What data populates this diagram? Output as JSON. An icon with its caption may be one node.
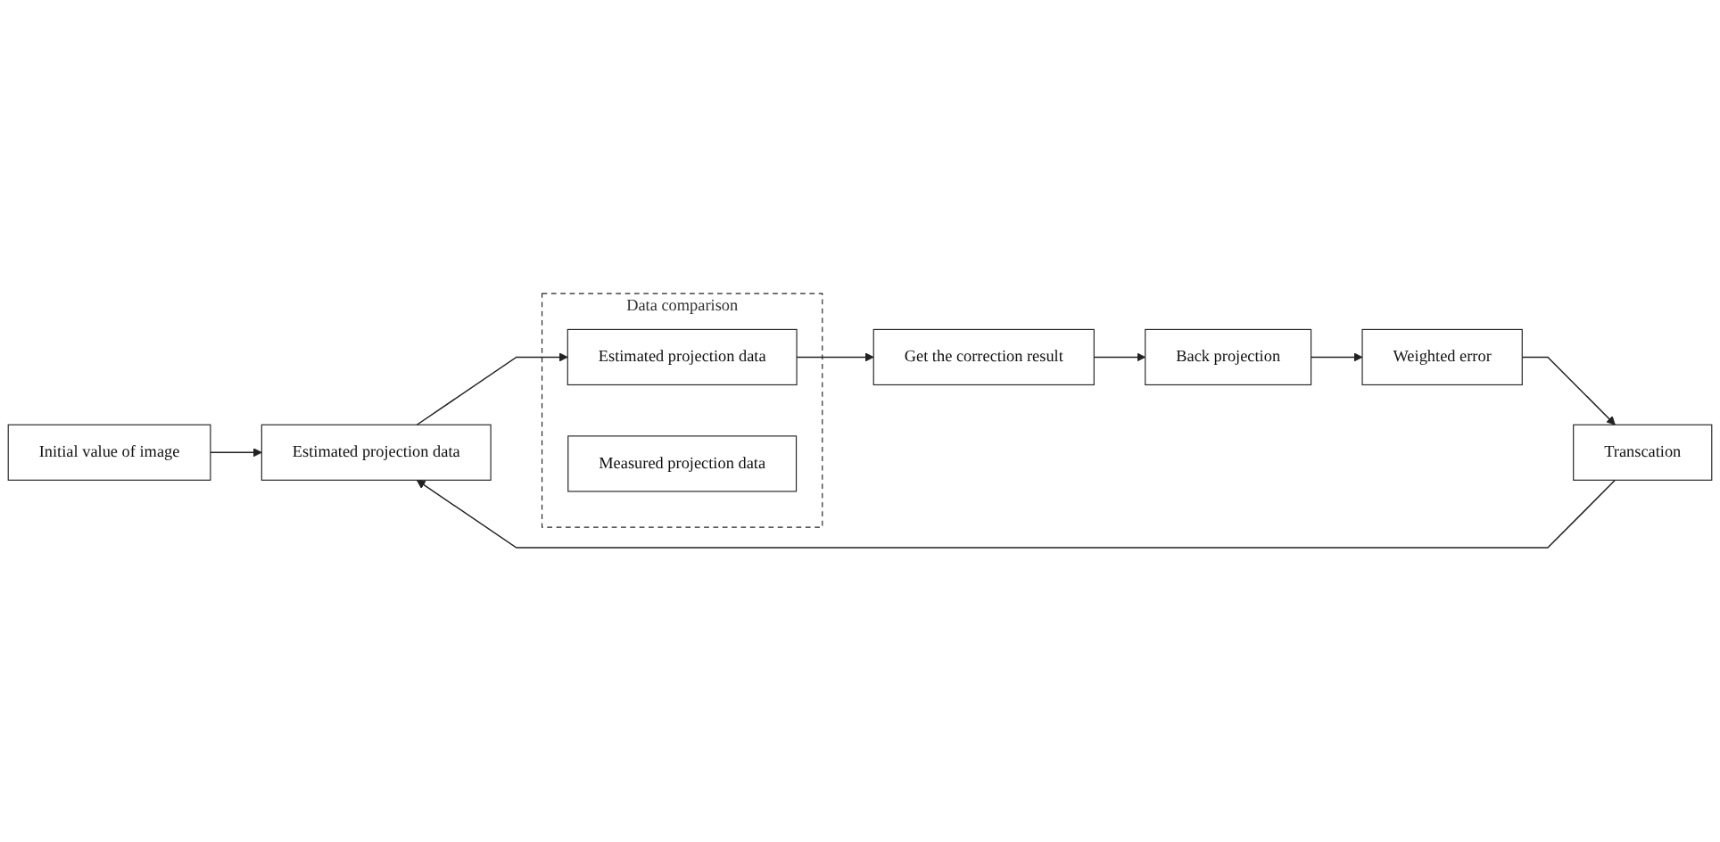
{
  "diagram": {
    "nodes": [
      {
        "text": [
          "Initial value of image"
        ]
      },
      {
        "text": [
          "Estimated projection data"
        ]
      },
      {
        "text": [
          "Data comparison"
        ]
      },
      {
        "text": [
          "Estimated projection data"
        ],
        "in": 2
      },
      {
        "text": [
          "Measured projection data"
        ],
        "in": 2
      },
      {
        "text": [
          "Get the correction result"
        ]
      },
      {
        "text": [
          "Back projection"
        ]
      },
      {
        "text": [
          "Weighted error"
        ]
      },
      {
        "text": [
          "Transcation"
        ]
      }
    ],
    "edges": [
      {
        "from": 0,
        "to": 1,
        "arrow": "to"
      },
      {
        "from": 8,
        "to": 1,
        "arrow": "to"
      },
      {
        "from": 1,
        "to": 3,
        "arrow": "to"
      },
      {
        "from": 3,
        "to": 5,
        "arrow": "to"
      },
      {
        "from": 5,
        "to": 6,
        "arrow": "to"
      },
      {
        "from": 6,
        "to": 7,
        "arrow": "to"
      },
      {
        "from": 7,
        "to": 8,
        "arrow": "to"
      }
    ]
  }
}
